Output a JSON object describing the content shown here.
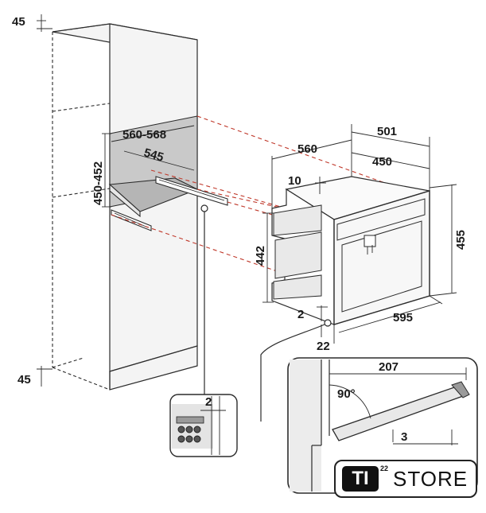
{
  "dimensions": {
    "cabinet_top_offset": "45",
    "cabinet_bottom_offset": "45",
    "niche_width": "560-568",
    "niche_depth": "545",
    "niche_height": "450-452",
    "appliance_depth_total": "560",
    "appliance_depth_501": "501",
    "appliance_depth_450": "450",
    "top_panel": "10",
    "front_height": "442",
    "appliance_height": "455",
    "appliance_width": "595",
    "bottom_gap": "2",
    "door_offset": "22",
    "detail_gap": "2",
    "door_length": "207",
    "door_angle": "90°",
    "door_clearance": "3"
  },
  "logo": {
    "mark": "TI",
    "superscript": "22",
    "word": "STORE"
  }
}
